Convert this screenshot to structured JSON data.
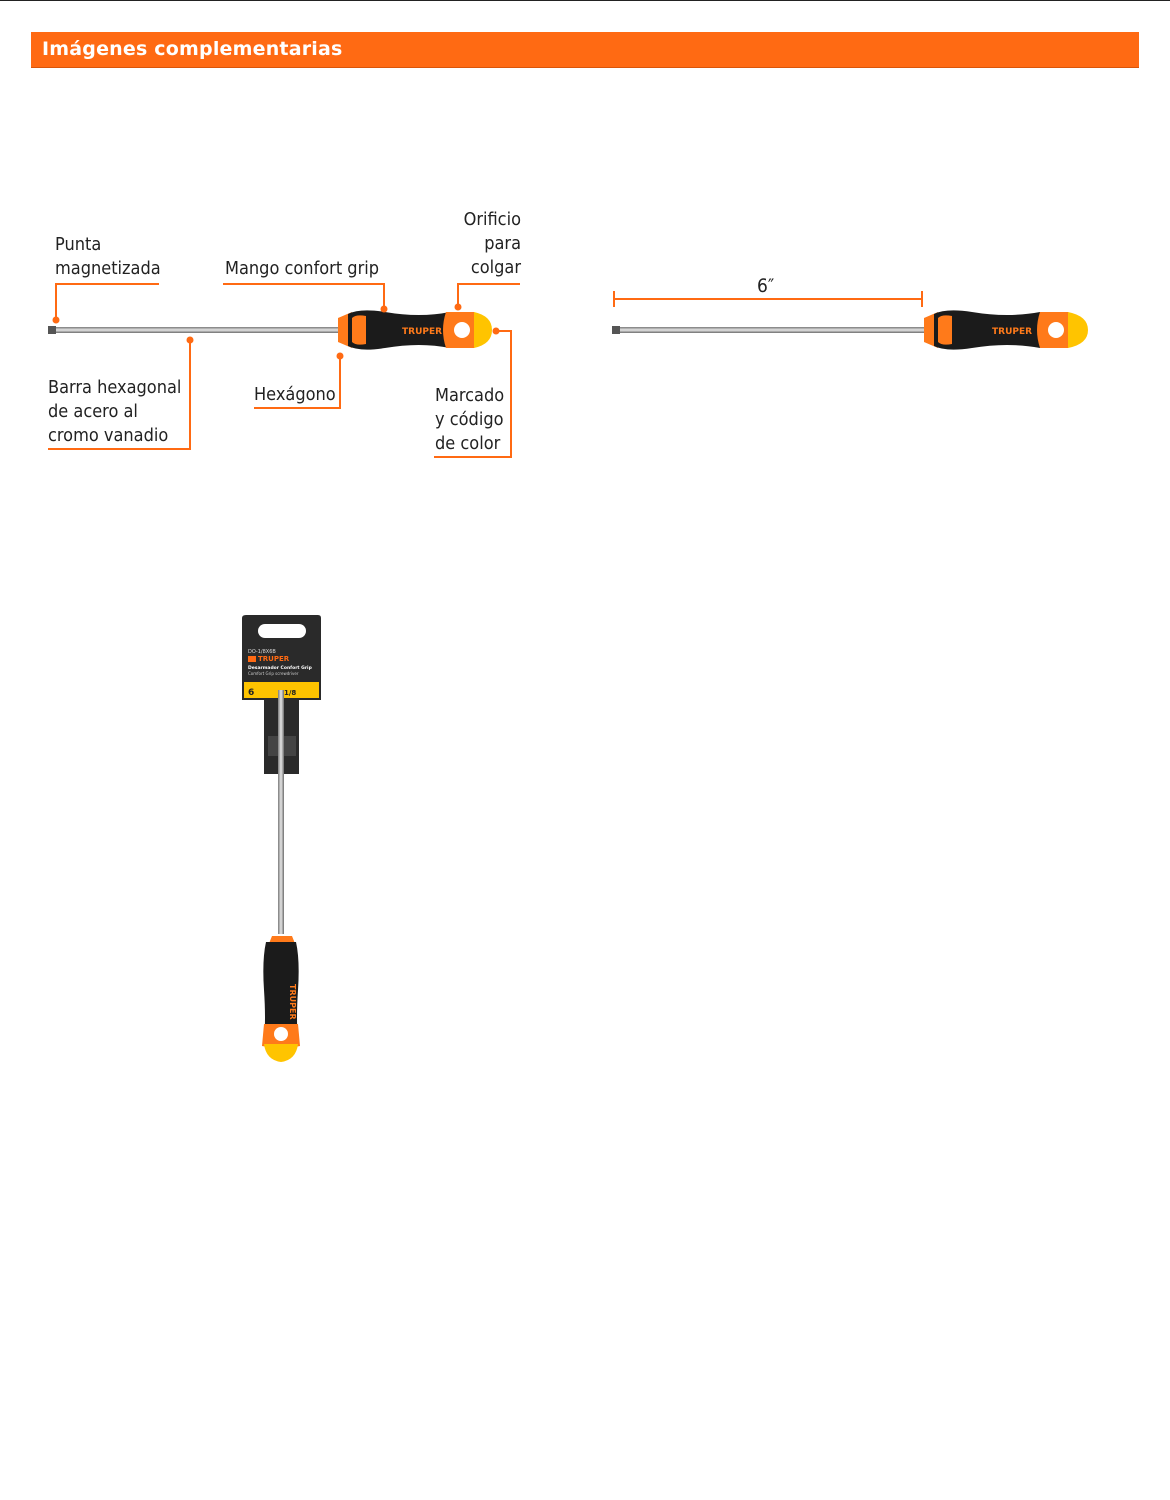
{
  "section": {
    "title": "Imágenes complementarias"
  },
  "colors": {
    "accent": "#ff6a13",
    "handle_dark": "#1b1b1b",
    "handle_orange": "#ff7a1a",
    "cap_yellow": "#ffc400",
    "steel": "#9a9a9a"
  },
  "callouts": {
    "tip": "Punta\nmagnetizada",
    "grip": "Mango confort grip",
    "hole": "Orificio\npara\ncolgar",
    "bar": "Barra hexagonal\nde acero al\ncromo vanadio",
    "hexagon": "Hexágono",
    "marking": "Marcado\ny código\nde color"
  },
  "dimension": {
    "label": "6″"
  },
  "brand": {
    "logo_text": "TRUPER"
  },
  "package": {
    "code": "DO-1/8X6B",
    "title_es": "Desarmador Confort Grip",
    "title_en": "Comfort Grip screwdriver",
    "size_value": "6",
    "tip_value": "1/8"
  }
}
